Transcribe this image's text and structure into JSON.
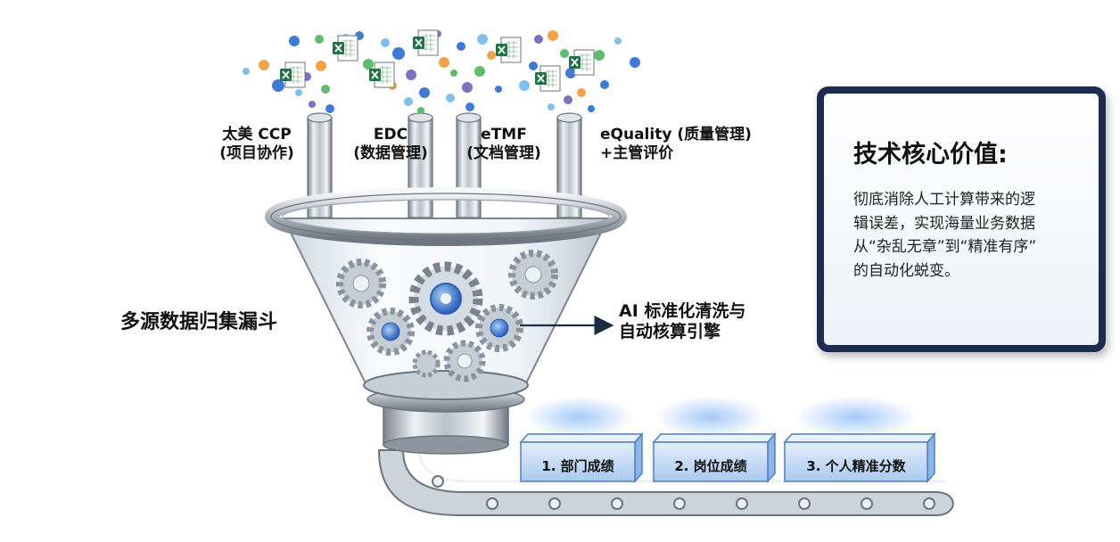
{
  "sources": [
    {
      "lines": [
        "太美 CCP",
        "(项目协作)"
      ]
    },
    {
      "lines": [
        "EDC",
        "(数据管理)"
      ]
    },
    {
      "lines": [
        "eTMF",
        "(文档管理)"
      ]
    },
    {
      "lines": [
        "eQuality (质量管理)",
        "+主管评价"
      ]
    }
  ],
  "funnel": {
    "title": "多源数据归集漏斗"
  },
  "engine": {
    "lines": [
      "AI 标准化清洗与",
      "自动核算引擎"
    ]
  },
  "value_card": {
    "title": "技术核心价值:",
    "body_lines": [
      "彻底消除人工计算带来的逻",
      "辑误差，实现海量业务数据",
      "从“杂乱无章”到“精准有序”",
      "的自动化蜕变。"
    ]
  },
  "outputs": [
    {
      "label": "1. 部门成绩"
    },
    {
      "label": "2. 岗位成绩"
    },
    {
      "label": "3. 个人精准分数"
    }
  ],
  "colors": {
    "card_border": "#1c2b4e",
    "dot_blue": "#3e7bd6",
    "dot_green": "#5dbd6c",
    "dot_orange": "#f1a348",
    "dot_purple": "#7e70c2",
    "dot_skyblue": "#7fc1ee",
    "box_blue": "#c9ddf7",
    "excel_green": "#217346"
  },
  "icons": [
    "excel-file-icon",
    "gear-icon",
    "arrow-right-icon"
  ]
}
